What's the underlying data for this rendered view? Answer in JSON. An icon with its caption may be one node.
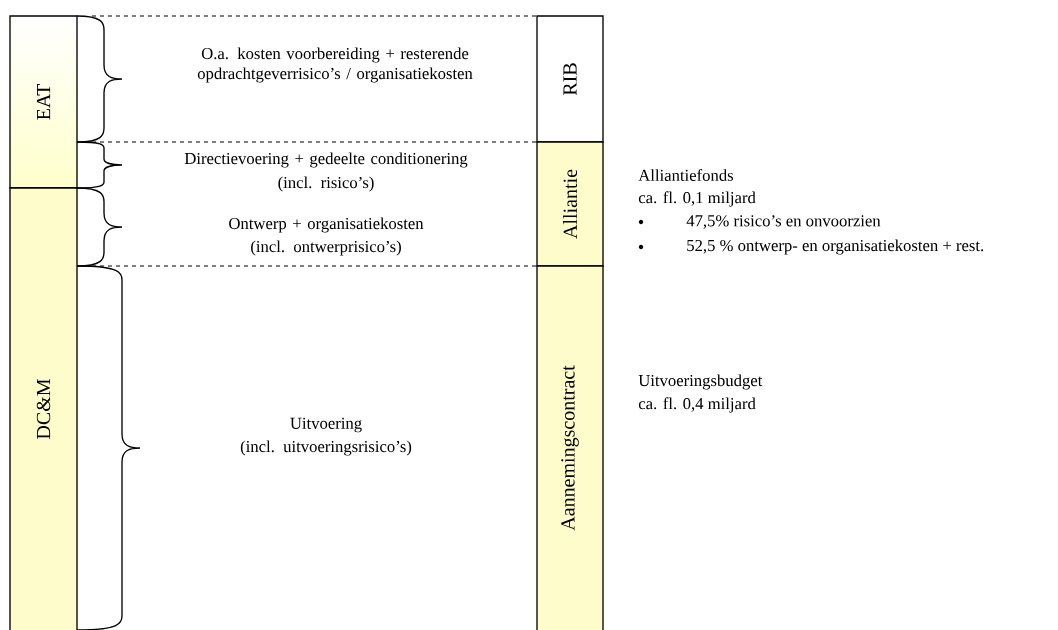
{
  "diagram": {
    "nodes": [
      {
        "text": [
          "EAT"
        ]
      },
      {
        "text": [
          "DC&M"
        ]
      },
      {
        "text": [
          "RIB"
        ]
      },
      {
        "text": [
          "Alliantie"
        ]
      },
      {
        "text": [
          "Aannemingscontract"
        ]
      }
    ],
    "labels": [
      "O.a. kosten voorbereiding + resterende opdrachtgeverrisico’s / organisatiekosten",
      "Directievoering + gedeelte conditionering",
      "(incl. risico’s)",
      "Ontwerp + organisatiekosten",
      "(incl. ontwerprisico’s)",
      "Uitvoering",
      "(incl. uitvoeringsrisico’s)",
      "Alliantiefonds",
      "ca. fl. 0,1 miljard",
      "47,5% risico’s en onvoorzien",
      "52,5 % ontwerp- en organisatiekosten + rest.",
      "Uitvoeringsbudget",
      "ca. fl. 0,4 miljard"
    ]
  }
}
